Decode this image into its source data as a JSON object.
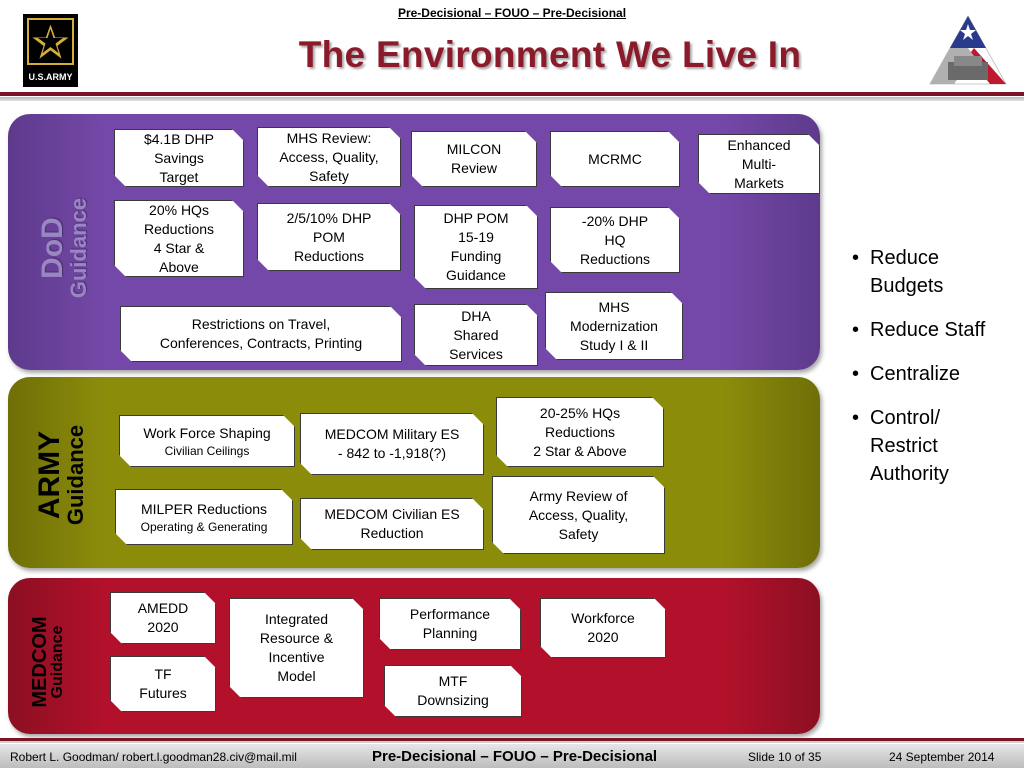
{
  "header": {
    "banner": "Pre-Decisional – FOUO – Pre-Decisional",
    "title": "The Environment We Live In",
    "logo_text": "U.S.ARMY"
  },
  "colors": {
    "dod_band": "#7448a8",
    "army_band": "#8c8c0b",
    "medcom_band": "#b3112b",
    "title": "#8b1a2b",
    "rule": "#7a1426"
  },
  "icons": {
    "army_logo": "army-star-logo-icon",
    "flag_logo": "flag-star-eagle-logo-icon"
  },
  "dod": {
    "label_main": "DoD",
    "label_sub": "Guidance",
    "boxes": [
      [
        "$4.1B DHP",
        "Savings",
        "Target"
      ],
      [
        "MHS Review:",
        "Access, Quality,",
        "Safety"
      ],
      [
        "MILCON",
        "Review"
      ],
      [
        "MCRMC"
      ],
      [
        "Enhanced",
        "Multi-",
        "Markets"
      ],
      [
        "20% HQs",
        "Reductions",
        "4 Star &",
        "Above"
      ],
      [
        "2/5/10% DHP",
        "POM",
        "Reductions"
      ],
      [
        "DHP POM",
        "15-19",
        "Funding",
        "Guidance"
      ],
      [
        "-20% DHP",
        "HQ",
        "Reductions"
      ],
      [
        "MHS",
        "Modernization",
        "Study I & II"
      ],
      [
        "Restrictions on Travel,",
        "Conferences, Contracts, Printing"
      ],
      [
        "DHA",
        "Shared",
        "Services"
      ]
    ]
  },
  "army": {
    "label_main": "ARMY",
    "label_sub": "Guidance",
    "boxes": [
      {
        "lines": [
          "Work Force Shaping"
        ],
        "small": "Civilian Ceilings"
      },
      {
        "lines": [
          "MEDCOM Military ES",
          "- 842 to -1,918(?)"
        ],
        "small": ""
      },
      {
        "lines": [
          "20-25% HQs",
          "Reductions",
          "2 Star & Above"
        ],
        "small": ""
      },
      {
        "lines": [
          "MILPER Reductions"
        ],
        "small": "Operating & Generating"
      },
      {
        "lines": [
          "MEDCOM Civilian ES",
          "Reduction"
        ],
        "small": ""
      },
      {
        "lines": [
          "Army Review of",
          "Access, Quality,",
          "Safety"
        ],
        "small": ""
      }
    ]
  },
  "medcom": {
    "label_main": "MEDCOM",
    "label_sub": "Guidance",
    "boxes": [
      [
        "AMEDD",
        "2020"
      ],
      [
        "Integrated",
        "Resource &",
        "Incentive",
        "Model"
      ],
      [
        "Performance",
        "Planning"
      ],
      [
        "Workforce",
        "2020"
      ],
      [
        "TF",
        "Futures"
      ],
      [
        "MTF",
        "Downsizing"
      ]
    ]
  },
  "bullets": [
    [
      "Reduce",
      "Budgets"
    ],
    [
      "Reduce Staff"
    ],
    [
      "Centralize"
    ],
    [
      "Control/",
      "Restrict",
      "Authority"
    ]
  ],
  "footer": {
    "author": "Robert L. Goodman/ robert.l.goodman28.civ@mail.mil",
    "classification": "Pre-Decisional – FOUO – Pre-Decisional",
    "slide": "Slide 10 of 35",
    "date": "24 September 2014"
  }
}
